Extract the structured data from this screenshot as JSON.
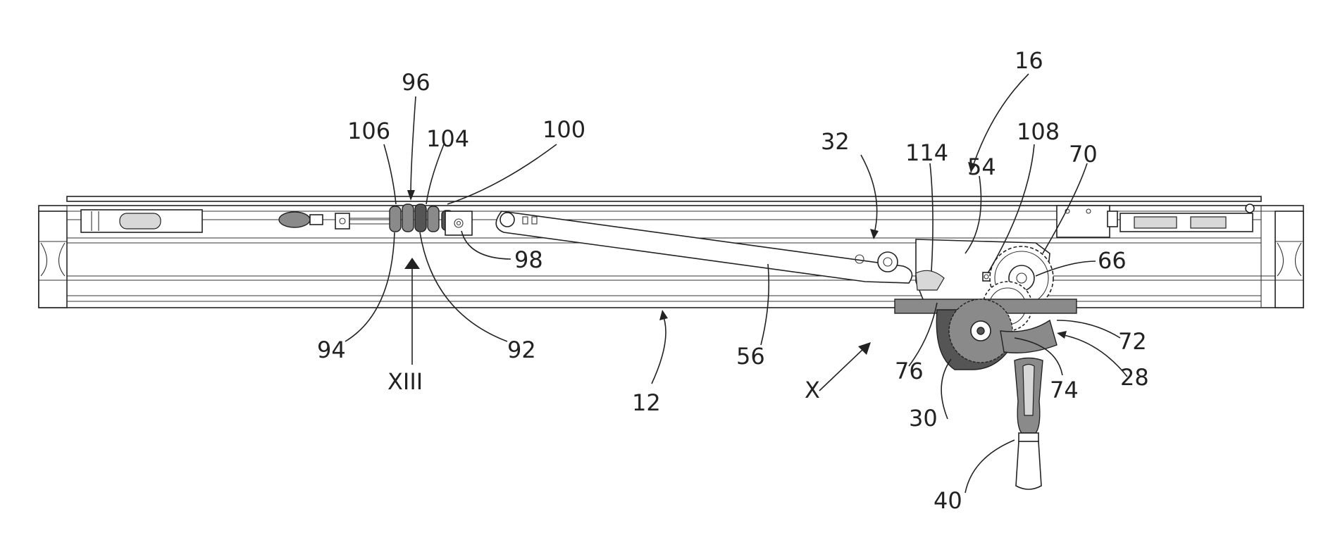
{
  "labels": {
    "l16": "16",
    "l96": "96",
    "l106": "106",
    "l104": "104",
    "l100": "100",
    "l32": "32",
    "l114": "114",
    "l54": "54",
    "l108": "108",
    "l70": "70",
    "l98": "98",
    "l66": "66",
    "l94": "94",
    "lXIII": "XIII",
    "l92": "92",
    "l12": "12",
    "l56": "56",
    "lX": "X",
    "l76": "76",
    "l72": "72",
    "l74": "74",
    "l28": "28",
    "l30": "30",
    "l40": "40"
  },
  "colors": {
    "line": "#222222",
    "background": "#ffffff",
    "shade_dark": "#555555",
    "shade_mid": "#8a8a8a"
  }
}
